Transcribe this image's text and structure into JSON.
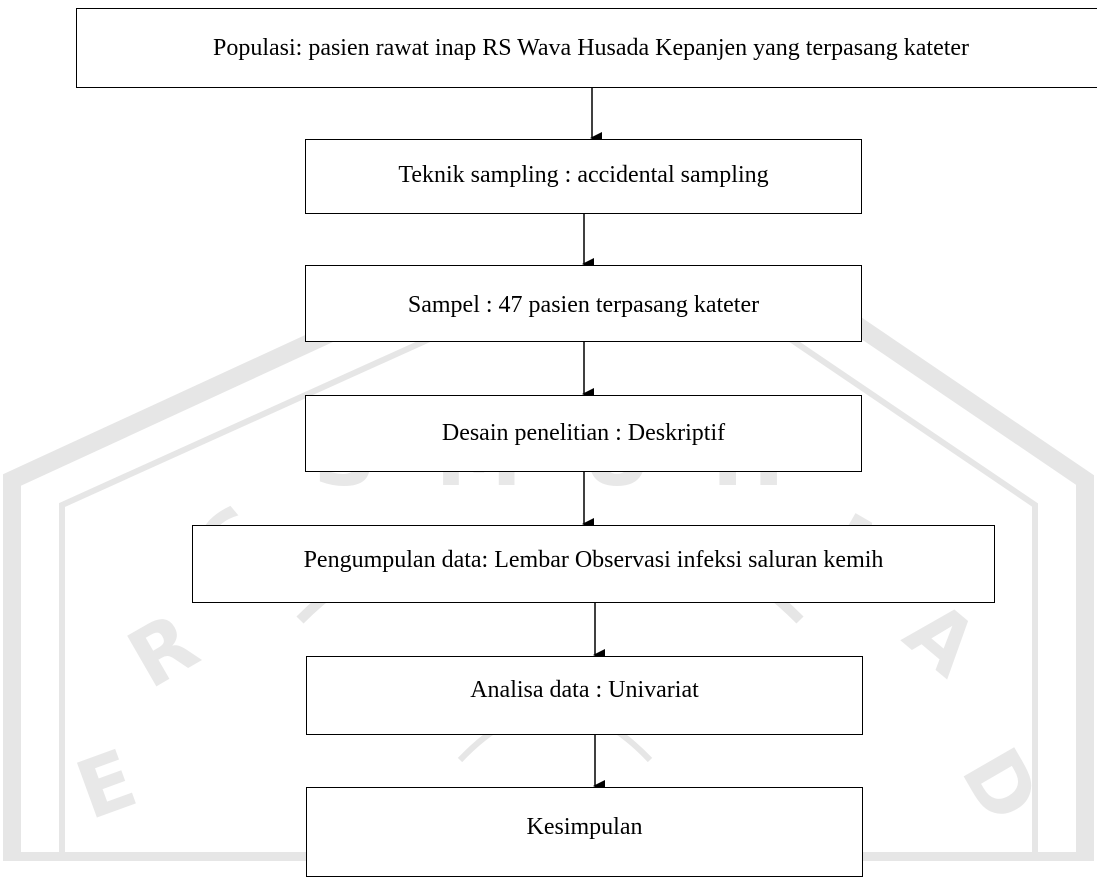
{
  "steps": [
    {
      "text": "Populasi: pasien rawat inap RS Wava Husada Kepanjen yang terpasang kateter"
    },
    {
      "text": "Teknik sampling : accidental sampling"
    },
    {
      "text": "Sampel : 47 pasien terpasang kateter"
    },
    {
      "text": "Desain penelitian : Deskriptif"
    },
    {
      "text": "Pengumpulan data: Lembar Observasi infeksi saluran kemih"
    },
    {
      "text": "Analisa data : Univariat"
    },
    {
      "text": "Kesimpulan"
    }
  ],
  "watermark": {
    "letters": "S M U H",
    "color": "#e8e8e8"
  }
}
